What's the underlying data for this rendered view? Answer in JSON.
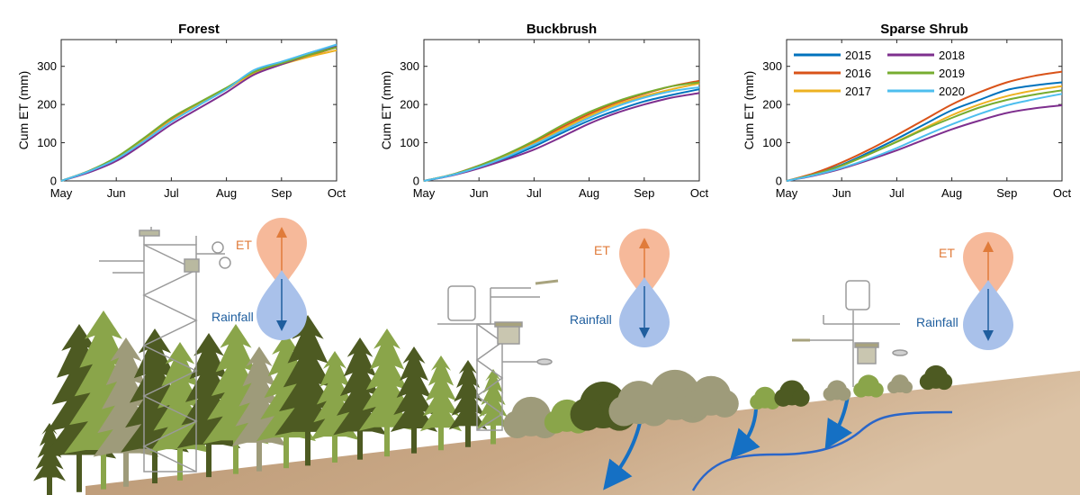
{
  "chart_data": [
    {
      "type": "line",
      "title": "Forest",
      "ylabel": "Cum ET (mm)",
      "xlabel": "",
      "x_ticks": [
        "May",
        "Jun",
        "Jul",
        "Aug",
        "Sep",
        "Oct"
      ],
      "y_ticks": [
        0,
        100,
        200,
        300
      ],
      "xlim": [
        0,
        5
      ],
      "ylim": [
        0,
        370
      ],
      "grid": false,
      "series": [
        {
          "name": "2015",
          "color": "#0072BD",
          "x": [
            0,
            0.5,
            1,
            1.5,
            2,
            2.5,
            3,
            3.5,
            4,
            4.5,
            5
          ],
          "y": [
            0,
            25,
            58,
            105,
            155,
            200,
            240,
            285,
            310,
            335,
            355
          ]
        },
        {
          "name": "2016",
          "color": "#D95319",
          "x": [
            0,
            0.5,
            1,
            1.5,
            2,
            2.5,
            3,
            3.5,
            4,
            4.5,
            5
          ],
          "y": [
            0,
            26,
            60,
            108,
            160,
            202,
            242,
            283,
            307,
            328,
            350
          ]
        },
        {
          "name": "2017",
          "color": "#EDB120",
          "x": [
            0,
            0.5,
            1,
            1.5,
            2,
            2.5,
            3,
            3.5,
            4,
            4.5,
            5
          ],
          "y": [
            0,
            25,
            58,
            106,
            158,
            200,
            240,
            282,
            305,
            325,
            342
          ]
        },
        {
          "name": "2018",
          "color": "#7E2F8E",
          "x": [
            0,
            0.5,
            1,
            1.5,
            2,
            2.5,
            3,
            3.5,
            4,
            4.5,
            5
          ],
          "y": [
            0,
            22,
            52,
            98,
            148,
            190,
            232,
            278,
            305,
            330,
            352
          ]
        },
        {
          "name": "2019",
          "color": "#77AC30",
          "x": [
            0,
            0.5,
            1,
            1.5,
            2,
            2.5,
            3,
            3.5,
            4,
            4.5,
            5
          ],
          "y": [
            0,
            26,
            62,
            112,
            165,
            205,
            244,
            285,
            308,
            330,
            350
          ]
        },
        {
          "name": "2020",
          "color": "#4DBEEE",
          "x": [
            0,
            0.5,
            1,
            1.5,
            2,
            2.5,
            3,
            3.5,
            4,
            4.5,
            5
          ],
          "y": [
            0,
            25,
            57,
            104,
            155,
            198,
            240,
            290,
            312,
            335,
            357
          ]
        }
      ]
    },
    {
      "type": "line",
      "title": "Buckbrush",
      "ylabel": "Cum ET (mm)",
      "xlabel": "",
      "x_ticks": [
        "May",
        "Jun",
        "Jul",
        "Aug",
        "Sep",
        "Oct"
      ],
      "y_ticks": [
        0,
        100,
        200,
        300
      ],
      "xlim": [
        0,
        5
      ],
      "ylim": [
        0,
        370
      ],
      "grid": false,
      "series": [
        {
          "name": "2015",
          "color": "#0072BD",
          "x": [
            0,
            0.5,
            1,
            1.5,
            2,
            2.5,
            3,
            3.5,
            4,
            4.5,
            5
          ],
          "y": [
            0,
            15,
            35,
            60,
            90,
            125,
            158,
            185,
            208,
            225,
            240
          ]
        },
        {
          "name": "2016",
          "color": "#D95319",
          "x": [
            0,
            0.5,
            1,
            1.5,
            2,
            2.5,
            3,
            3.5,
            4,
            4.5,
            5
          ],
          "y": [
            0,
            16,
            40,
            68,
            102,
            140,
            175,
            205,
            228,
            248,
            262
          ]
        },
        {
          "name": "2017",
          "color": "#EDB120",
          "x": [
            0,
            0.5,
            1,
            1.5,
            2,
            2.5,
            3,
            3.5,
            4,
            4.5,
            5
          ],
          "y": [
            0,
            15,
            38,
            65,
            98,
            135,
            170,
            200,
            222,
            240,
            255
          ]
        },
        {
          "name": "2018",
          "color": "#7E2F8E",
          "x": [
            0,
            0.5,
            1,
            1.5,
            2,
            2.5,
            3,
            3.5,
            4,
            4.5,
            5
          ],
          "y": [
            0,
            14,
            33,
            56,
            82,
            115,
            150,
            178,
            200,
            218,
            230
          ]
        },
        {
          "name": "2019",
          "color": "#77AC30",
          "x": [
            0,
            0.5,
            1,
            1.5,
            2,
            2.5,
            3,
            3.5,
            4,
            4.5,
            5
          ],
          "y": [
            0,
            16,
            40,
            70,
            105,
            145,
            180,
            208,
            230,
            248,
            258
          ]
        },
        {
          "name": "2020",
          "color": "#4DBEEE",
          "x": [
            0,
            0.5,
            1,
            1.5,
            2,
            2.5,
            3,
            3.5,
            4,
            4.5,
            5
          ],
          "y": [
            0,
            15,
            36,
            63,
            95,
            130,
            165,
            195,
            218,
            235,
            245
          ]
        }
      ]
    },
    {
      "type": "line",
      "title": "Sparse Shrub",
      "ylabel": "Cum ET (mm)",
      "xlabel": "",
      "x_ticks": [
        "May",
        "Jun",
        "Jul",
        "Aug",
        "Sep",
        "Oct"
      ],
      "y_ticks": [
        0,
        100,
        200,
        300
      ],
      "xlim": [
        0,
        5
      ],
      "ylim": [
        0,
        370
      ],
      "grid": false,
      "legend": "top-left, 2 columns",
      "series": [
        {
          "name": "2015",
          "color": "#0072BD",
          "x": [
            0,
            0.5,
            1,
            1.5,
            2,
            2.5,
            3,
            3.5,
            4,
            4.5,
            5
          ],
          "y": [
            0,
            18,
            42,
            75,
            110,
            148,
            185,
            212,
            238,
            250,
            258
          ]
        },
        {
          "name": "2016",
          "color": "#D95319",
          "x": [
            0,
            0.5,
            1,
            1.5,
            2,
            2.5,
            3,
            3.5,
            4,
            4.5,
            5
          ],
          "y": [
            0,
            20,
            48,
            82,
            120,
            160,
            200,
            232,
            258,
            275,
            286
          ]
        },
        {
          "name": "2017",
          "color": "#EDB120",
          "x": [
            0,
            0.5,
            1,
            1.5,
            2,
            2.5,
            3,
            3.5,
            4,
            4.5,
            5
          ],
          "y": [
            0,
            17,
            40,
            70,
            103,
            138,
            172,
            200,
            222,
            237,
            248
          ]
        },
        {
          "name": "2018",
          "color": "#7E2F8E",
          "x": [
            0,
            0.5,
            1,
            1.5,
            2,
            2.5,
            3,
            3.5,
            4,
            4.5,
            5
          ],
          "y": [
            0,
            14,
            32,
            55,
            80,
            108,
            135,
            158,
            178,
            190,
            198
          ]
        },
        {
          "name": "2019",
          "color": "#77AC30",
          "x": [
            0,
            0.5,
            1,
            1.5,
            2,
            2.5,
            3,
            3.5,
            4,
            4.5,
            5
          ],
          "y": [
            0,
            17,
            40,
            70,
            102,
            135,
            165,
            192,
            212,
            226,
            237
          ]
        },
        {
          "name": "2020",
          "color": "#4DBEEE",
          "x": [
            0,
            0.5,
            1,
            1.5,
            2,
            2.5,
            3,
            3.5,
            4,
            4.5,
            5
          ],
          "y": [
            0,
            15,
            34,
            58,
            86,
            118,
            148,
            175,
            198,
            214,
            228
          ]
        }
      ]
    }
  ],
  "illustration": {
    "et_label": "ET",
    "rainfall_label": "Rainfall",
    "colors": {
      "et_drop": "#F6B99A",
      "et_arrow": "#E07B3A",
      "rain_drop": "#A9C1EA",
      "rain_arrow": "#1F5E9E",
      "ground": "#C4A27F",
      "stream": "#2A66C9",
      "infiltration_arrow": "#1570C4",
      "tree_dark": "#4D5A22",
      "tree_light": "#8AA54A",
      "tree_grey": "#9E9B7A",
      "tower": "#9A9A9A"
    }
  }
}
